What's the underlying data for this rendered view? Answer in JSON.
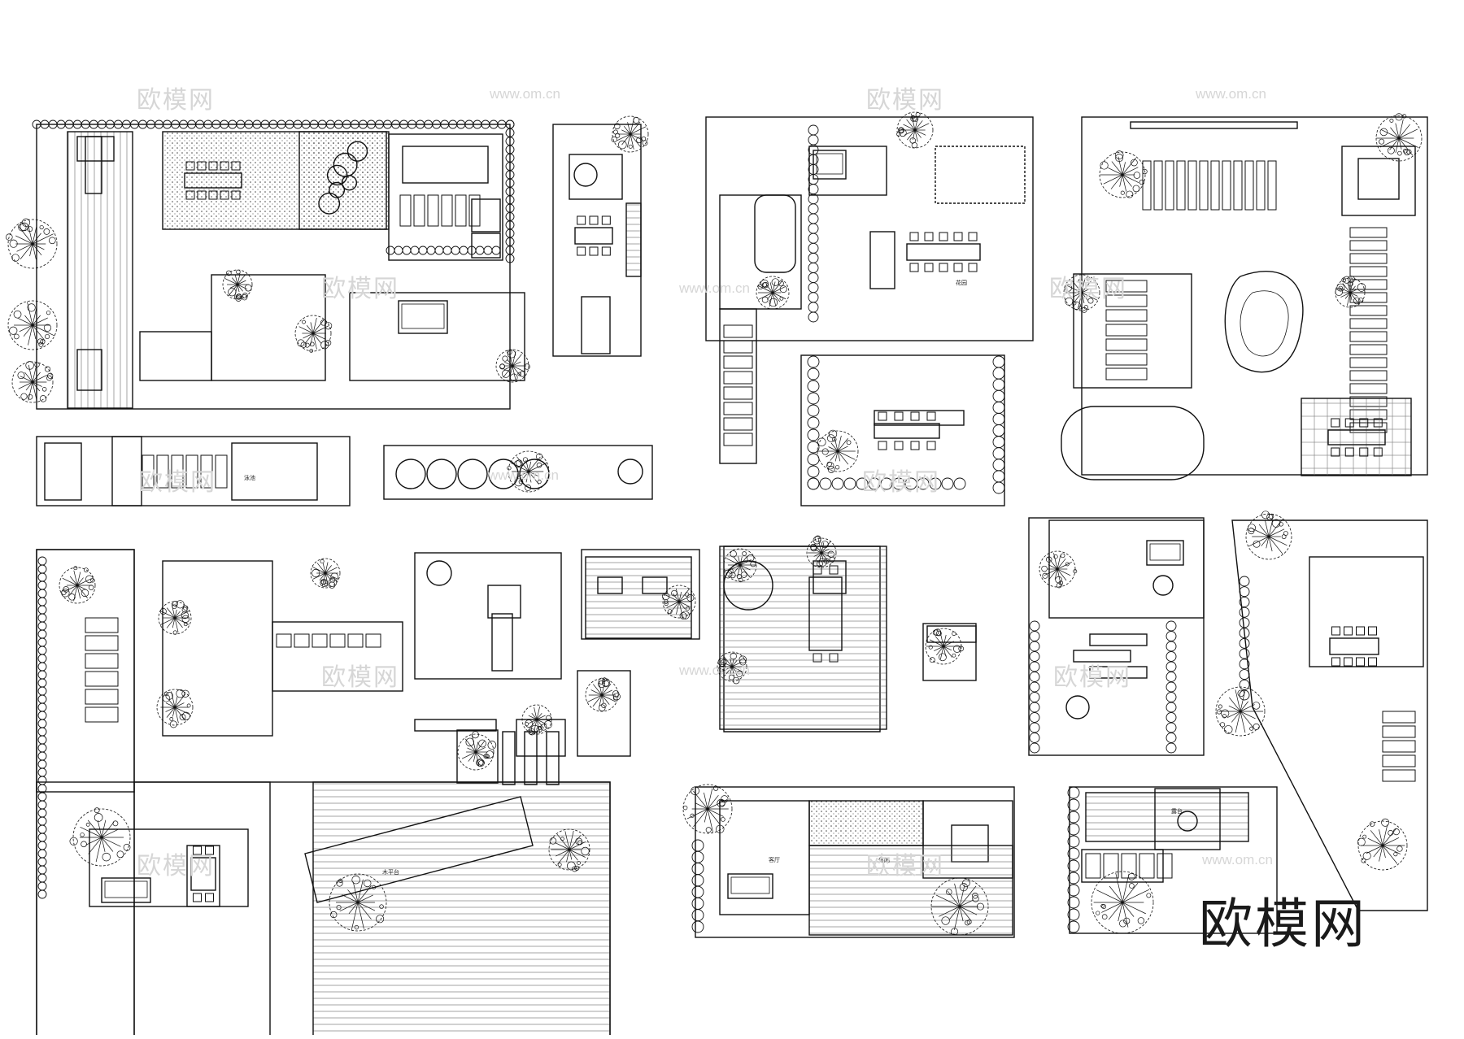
{
  "brand": {
    "text": "欧模网"
  },
  "watermarks": {
    "mark": "欧模网",
    "url": "www.om.cn"
  },
  "labels": {
    "pergola": "客厅",
    "lounge": "休闲",
    "bbq": "花园",
    "deck": "木平台",
    "pool": "泳池",
    "terrace": "露台"
  },
  "colors": {
    "line": "#111111",
    "hatch": "#555555",
    "watermark": "#d6d6d6"
  }
}
